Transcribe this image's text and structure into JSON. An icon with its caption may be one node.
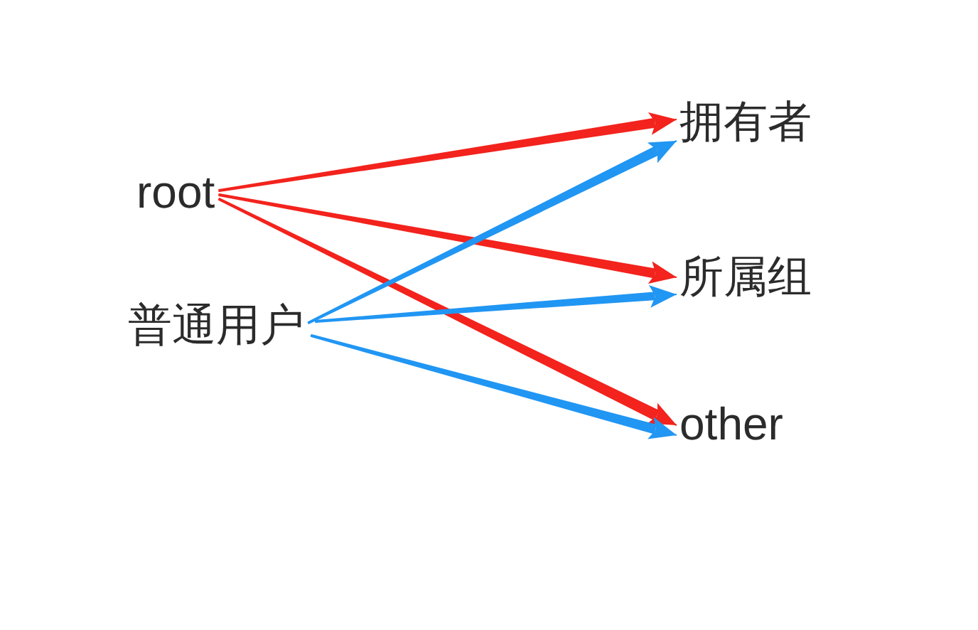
{
  "diagram": {
    "nodes": [
      {
        "text": [
          "root"
        ]
      },
      {
        "text": [
          "普通用户"
        ]
      },
      {
        "text": [
          "拥有者"
        ]
      },
      {
        "text": [
          "所属组"
        ]
      },
      {
        "text": [
          "other"
        ]
      }
    ],
    "edges": [
      {
        "from": 0,
        "to": 2,
        "arrow": "to",
        "color": "#f3231d"
      },
      {
        "from": 0,
        "to": 3,
        "arrow": "to",
        "color": "#f3231d"
      },
      {
        "from": 0,
        "to": 4,
        "arrow": "to",
        "color": "#f3231d"
      },
      {
        "from": 1,
        "to": 2,
        "arrow": "to",
        "color": "#2196f3"
      },
      {
        "from": 1,
        "to": 3,
        "arrow": "to",
        "color": "#2196f3"
      },
      {
        "from": 1,
        "to": 4,
        "arrow": "to",
        "color": "#2196f3"
      }
    ]
  }
}
